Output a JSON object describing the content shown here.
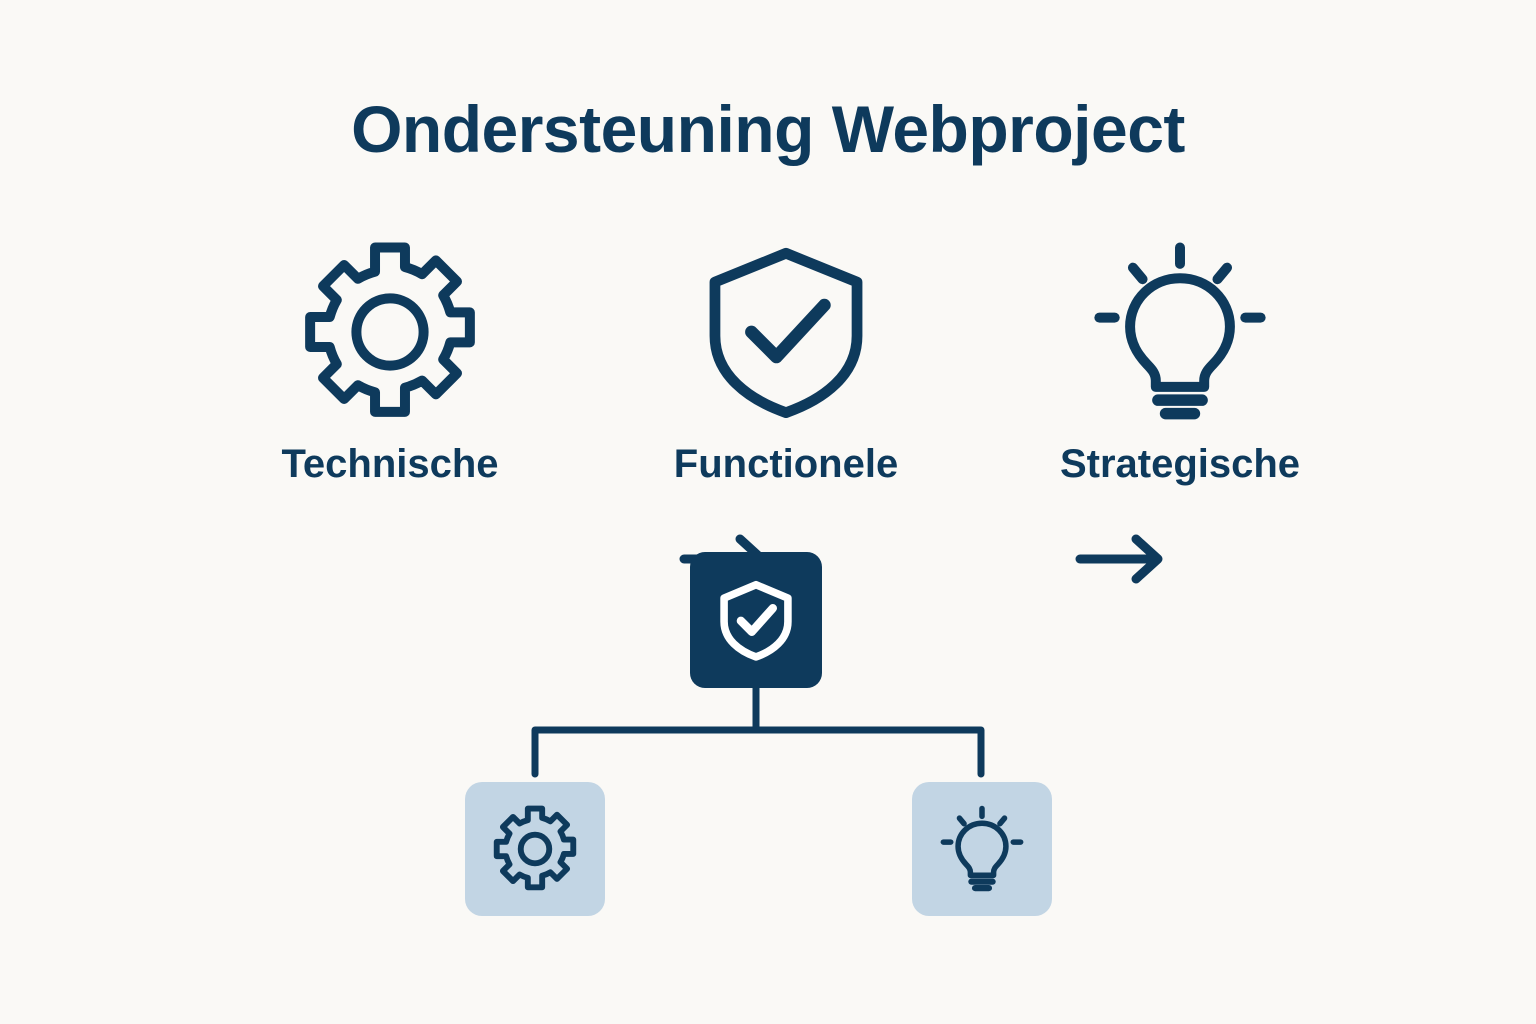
{
  "page": {
    "title": "Ondersteuning Webproject",
    "background_color": "#faf9f6",
    "accent_color": "#0e3a5c",
    "soft_accent_color": "#c2d5e4",
    "badge_icon_color": "#ffffff"
  },
  "pillars": [
    {
      "label": "Technische",
      "icon": "gear-icon"
    },
    {
      "label": "Functionele",
      "icon": "shield-check-icon"
    },
    {
      "label": "Strategische",
      "icon": "lightbulb-icon"
    }
  ],
  "arrows": [
    {
      "icon": "arrow-right-icon"
    },
    {
      "icon": "arrow-right-icon"
    }
  ],
  "hierarchy": {
    "root": {
      "icon": "shield-check-icon"
    },
    "children": [
      {
        "icon": "gear-icon"
      },
      {
        "icon": "lightbulb-icon"
      }
    ]
  }
}
